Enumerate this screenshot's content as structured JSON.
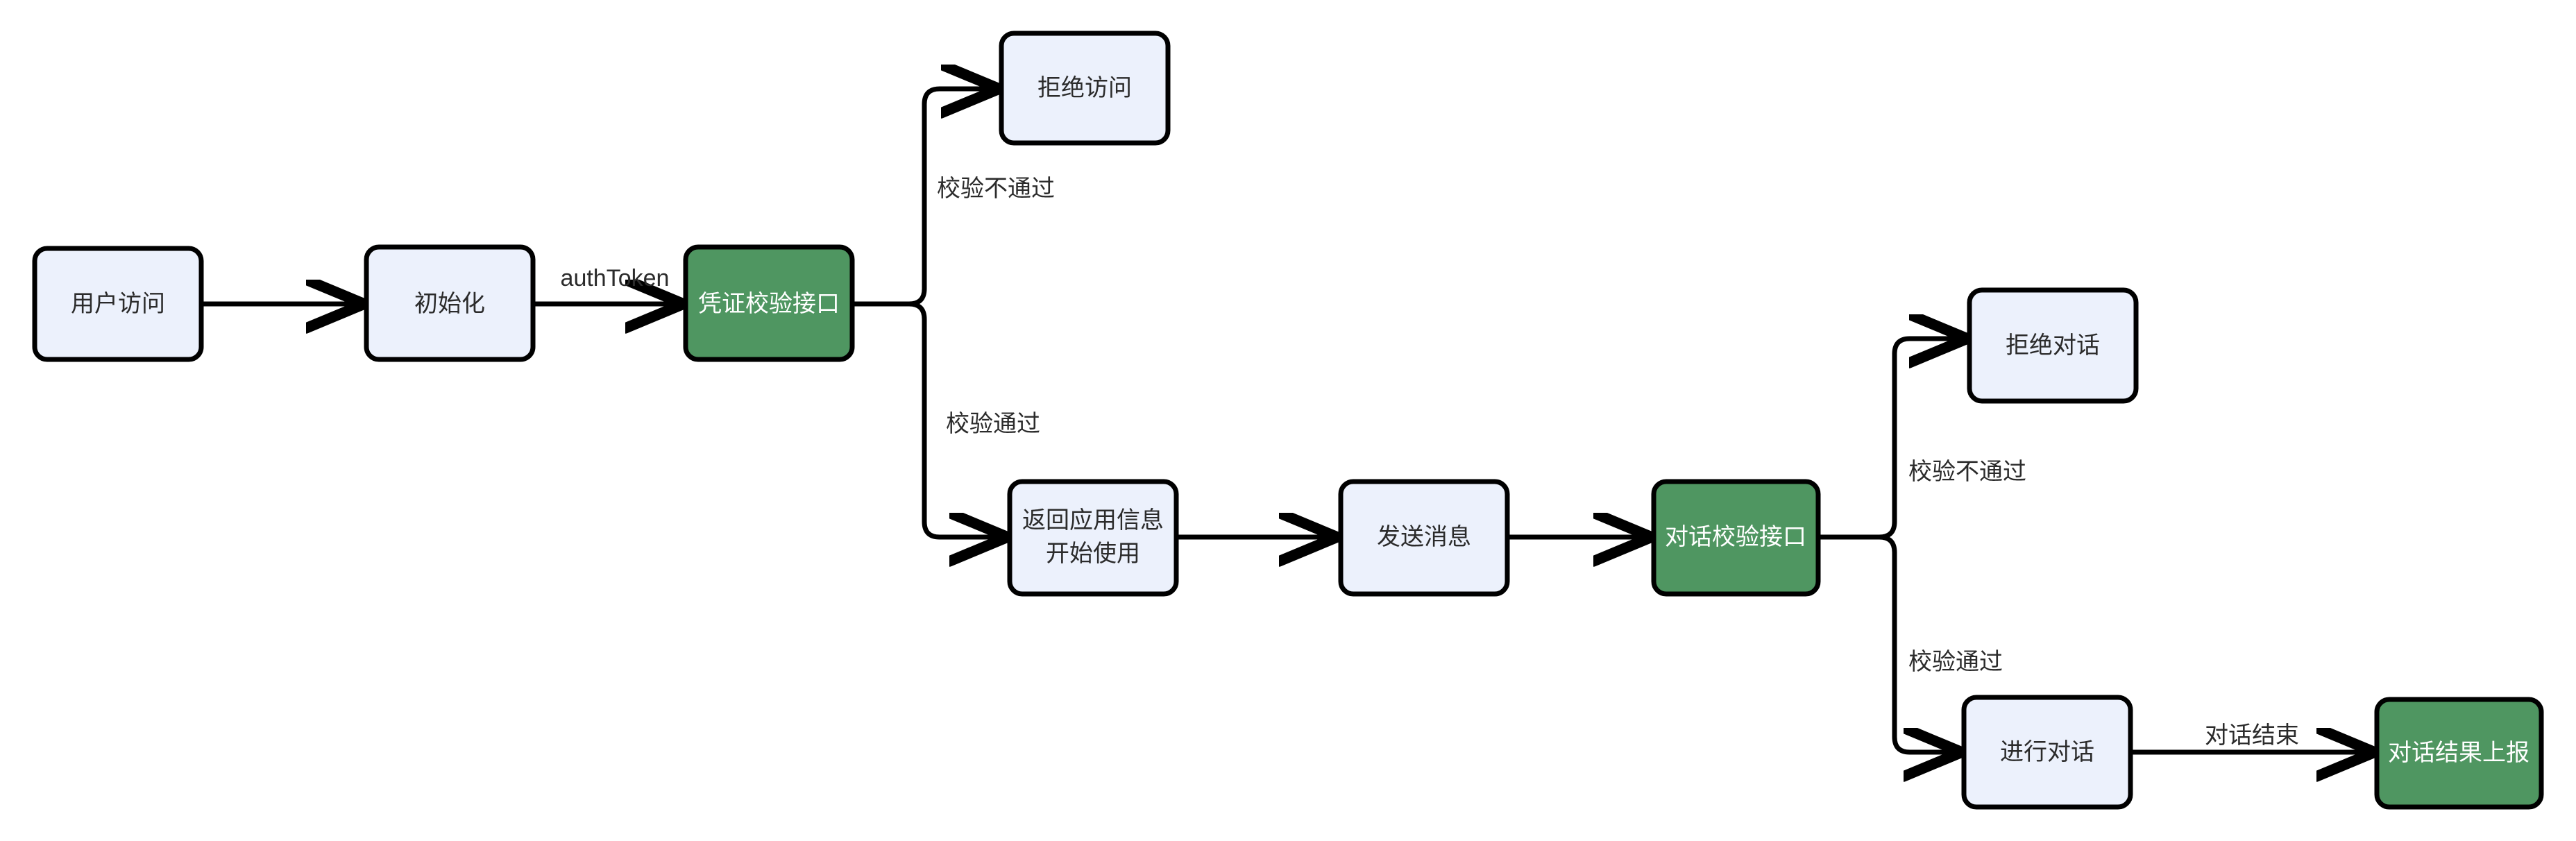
{
  "diagram": {
    "type": "flowchart",
    "direction": "left-to-right",
    "colors": {
      "node_fill_default": "#ecf1fc",
      "node_fill_accent": "#4f9661",
      "node_stroke": "#000000",
      "text_default": "#2b2b2b",
      "text_accent": "#ffffff",
      "edge_stroke": "#000000",
      "background": "#ffffff"
    },
    "nodes": [
      {
        "id": "user_access",
        "label": "用户访问",
        "style": "default"
      },
      {
        "id": "init",
        "label": "初始化",
        "style": "default"
      },
      {
        "id": "auth_api",
        "label": "凭证校验接口",
        "style": "accent"
      },
      {
        "id": "deny_access",
        "label": "拒绝访问",
        "style": "default"
      },
      {
        "id": "return_app_info",
        "label": "返回应用信息",
        "label2": "开始使用",
        "style": "default"
      },
      {
        "id": "send_message",
        "label": "发送消息",
        "style": "default"
      },
      {
        "id": "chat_check_api",
        "label": "对话校验接口",
        "style": "accent"
      },
      {
        "id": "deny_chat",
        "label": "拒绝对话",
        "style": "default"
      },
      {
        "id": "do_chat",
        "label": "进行对话",
        "style": "default"
      },
      {
        "id": "report_result",
        "label": "对话结果上报",
        "style": "accent"
      }
    ],
    "edges": [
      {
        "id": "e1",
        "from": "user_access",
        "to": "init",
        "label": ""
      },
      {
        "id": "e2",
        "from": "init",
        "to": "auth_api",
        "label": "authToken"
      },
      {
        "id": "e3",
        "from": "auth_api",
        "to": "deny_access",
        "label": "校验不通过"
      },
      {
        "id": "e4",
        "from": "auth_api",
        "to": "return_app_info",
        "label": "校验通过"
      },
      {
        "id": "e5",
        "from": "return_app_info",
        "to": "send_message",
        "label": ""
      },
      {
        "id": "e6",
        "from": "send_message",
        "to": "chat_check_api",
        "label": ""
      },
      {
        "id": "e7",
        "from": "chat_check_api",
        "to": "deny_chat",
        "label": "校验不通过"
      },
      {
        "id": "e8",
        "from": "chat_check_api",
        "to": "do_chat",
        "label": "校验通过"
      },
      {
        "id": "e9",
        "from": "do_chat",
        "to": "report_result",
        "label": "对话结束"
      }
    ]
  }
}
